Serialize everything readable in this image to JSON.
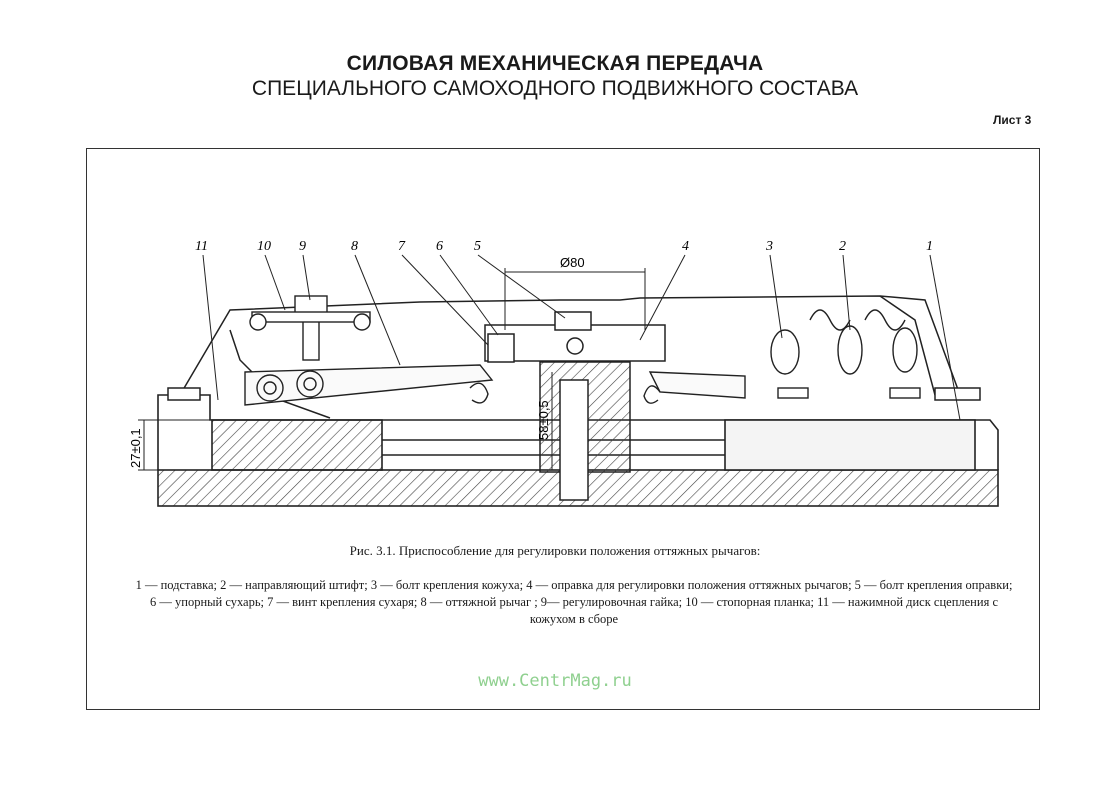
{
  "header": {
    "title_line1": "СИЛОВАЯ МЕХАНИЧЕСКАЯ ПЕРЕДАЧА",
    "title_line2": "СПЕЦИАЛЬНОГО САМОХОДНОГО ПОДВИЖНОГО СОСТАВА",
    "sheet_label": "Лист 3"
  },
  "drawing": {
    "callouts": [
      "11",
      "10",
      "9",
      "8",
      "7",
      "6",
      "5",
      "4",
      "3",
      "2",
      "1"
    ],
    "dimensions": {
      "diameter": "Ø80",
      "height_left": "27±0,1",
      "height_center": "58±0,5"
    }
  },
  "caption": {
    "title": "Рис. 3.1. Приспособление для регулировки положения оттяжных рычагов:",
    "legend": "1 — подставка; 2 — направляющий штифт; 3 — болт крепления кожуха; 4 — оправка для регулировки положения оттяж­ных рычагов; 5 — болт крепления оправки; 6 — упорный сухарь; 7 — винт крепления сухаря; 8 — оттяжной рычаг ; 9— регулировочная гайка; 10 — стопорная планка; 11 — нажимной диск сцепления с кожухом в сборе"
  },
  "watermark": "www.CentrMag.ru",
  "colors": {
    "watermark": "#8fd08f",
    "ink": "#1a1a1a"
  }
}
